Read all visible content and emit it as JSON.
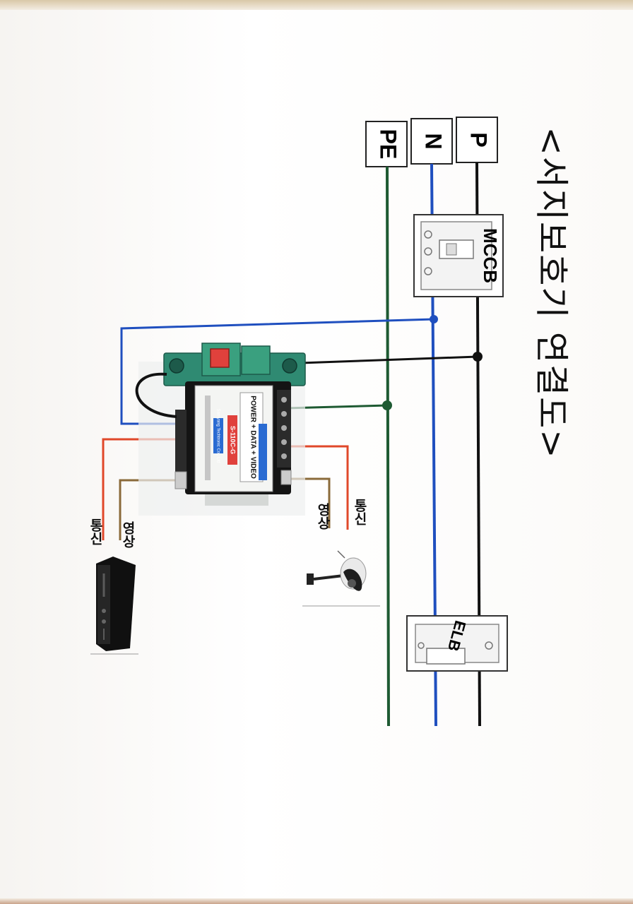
{
  "title": "<서지보호기 연결도>",
  "rails": [
    {
      "label": "P",
      "color": "#111111"
    },
    {
      "label": "N",
      "color": "#1f4fbf"
    },
    {
      "label": "PE",
      "color": "#1e5a32"
    }
  ],
  "devices": {
    "mccb": "MCCB",
    "elb": "ELB",
    "spd_heading": "POWER + DATA + VIDEO",
    "spd_model": "S-110C-G",
    "spd_maker": "Samyang Techtronic Co., Ltd"
  },
  "signals": {
    "right_comm": "통신",
    "right_video": "영상",
    "left_comm": "통신",
    "left_video": "영상"
  }
}
